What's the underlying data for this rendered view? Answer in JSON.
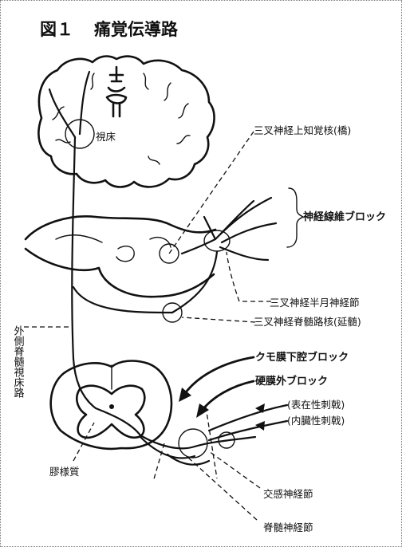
{
  "figure": {
    "number": "図１",
    "title": "痛覚伝導路"
  },
  "labels": {
    "thalamus": "視床",
    "trigeminal_main_nucleus": "三叉神経上知覚核(橋)",
    "nerve_fiber_block": "神経線維ブロック",
    "trigeminal_ganglion": "三叉神経半月神経節",
    "trigeminal_spinal_nucleus": "三叉神経脊髄路核(延髄)",
    "lateral_spinothalamic_tract": "外側脊髄視床路",
    "subarachnoid_block": "クモ膜下腔ブロック",
    "epidural_block": "硬膜外ブロック",
    "superficial_stimulus": "(表在性刺戟)",
    "visceral_stimulus": "(内臓性刺戟)",
    "substantia_gelatinosa": "膠様質",
    "sympathetic_ganglion": "交感神経節",
    "spinal_ganglion": "脊髄神経節"
  },
  "colors": {
    "ink": "#111111",
    "background": "#ffffff",
    "frame": "#7a7a7a"
  }
}
